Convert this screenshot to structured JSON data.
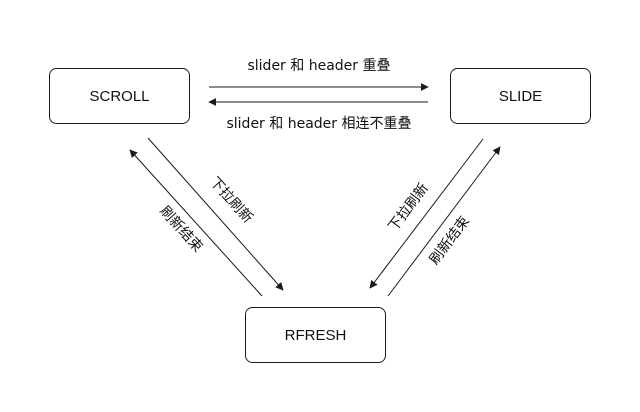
{
  "nodes": {
    "scroll": "SCROLL",
    "slide": "SLIDE",
    "refresh": "RFRESH"
  },
  "edges": {
    "scroll_to_slide": "slider 和 header 重叠",
    "slide_to_scroll": "slider 和 header 相连不重叠",
    "scroll_to_refresh": "下拉刷新",
    "refresh_to_scroll": "刷新结束",
    "slide_to_refresh": "下拉刷新",
    "refresh_to_slide": "刷新结束"
  },
  "colors": {
    "stroke": "#1a1a1a",
    "text": "#111111",
    "background": "#ffffff"
  }
}
